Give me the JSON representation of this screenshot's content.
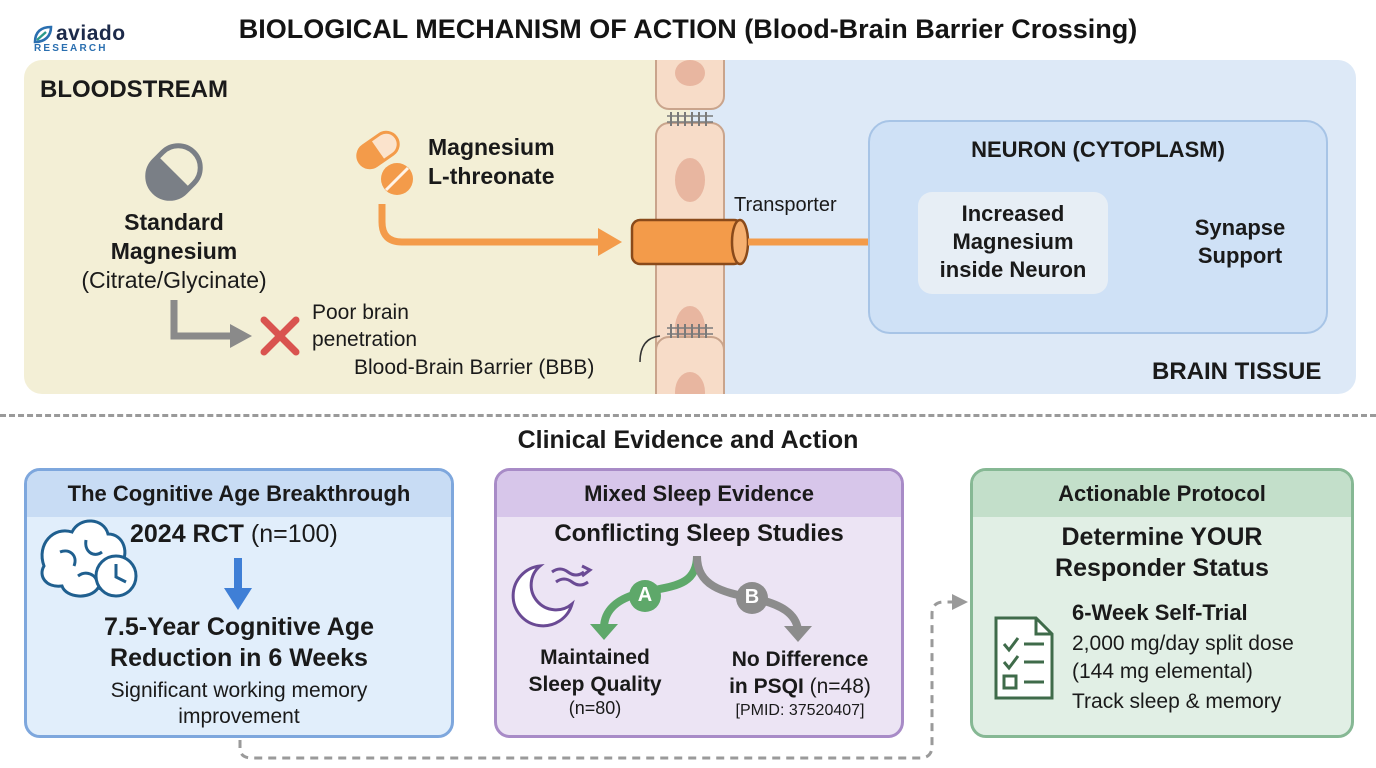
{
  "brand": {
    "name": "aviado",
    "tagline": "RESEARCH",
    "color": "#2a6fb0"
  },
  "title": "BIOLOGICAL MECHANISM OF ACTION (Blood-Brain Barrier Crossing)",
  "mechanism": {
    "bloodstream_label": "BLOODSTREAM",
    "brain_tissue_label": "BRAIN TISSUE",
    "standard": {
      "name_line1": "Standard",
      "name_line2": "Magnesium",
      "forms": "(Citrate/Glycinate)",
      "outcome_line1": "Poor brain",
      "outcome_line2": "penetration"
    },
    "threonate": {
      "line1": "Magnesium",
      "line2": "L-threonate"
    },
    "transporter_label": "Transporter",
    "bbb_label": "Blood-Brain Barrier (BBB)",
    "neuron": {
      "title": "NEURON (CYTOPLASM)",
      "inner_line1": "Increased",
      "inner_line2": "Magnesium",
      "inner_line3": "inside Neuron",
      "synapse_line1": "Synapse",
      "synapse_line2": "Support"
    }
  },
  "clinical": {
    "section_title": "Clinical Evidence and Action",
    "cognitive": {
      "header": "The Cognitive Age Breakthrough",
      "study_bold": "2024 RCT",
      "study_n": " (n=100)",
      "result_line1": "7.5-Year Cognitive Age",
      "result_line2": "Reduction in 6 Weeks",
      "detail_line1": "Significant working memory",
      "detail_line2": "improvement"
    },
    "sleep": {
      "header": "Mixed Sleep Evidence",
      "subtitle": "Conflicting Sleep Studies",
      "branch_a": "A",
      "branch_b": "B",
      "a_line1": "Maintained",
      "a_line2": "Sleep Quality",
      "a_n": "(n=80)",
      "b_line1": "No Difference",
      "b_line2_bold": "in PSQI",
      "b_line2_n": " (n=48)",
      "pmid": "[PMID: 37520407]"
    },
    "protocol": {
      "header": "Actionable Protocol",
      "line1": "Determine YOUR",
      "line2": "Responder Status",
      "trial_title": "6-Week Self-Trial",
      "dose_line1": "2,000 mg/day split dose",
      "dose_line2": "(144 mg elemental)",
      "track": "Track sleep & memory"
    }
  },
  "colors": {
    "bloodstream_bg": "#f3efd6",
    "brain_bg": "#dde9f7",
    "threonate_orange": "#f39b4a",
    "arrow_gray": "#8a8a8a",
    "reject_red": "#d9534f",
    "synapse_arrow": "#3f7fd6",
    "blue_card": "#7ea7dd",
    "purple_card": "#a88bc7",
    "green_card": "#86b894",
    "branch_green": "#5ea86a",
    "branch_gray": "#8c8c8c"
  },
  "icons": [
    "capsule-icon",
    "pill-icon",
    "transporter-channel-icon",
    "x-mark-icon",
    "brain-clock-icon",
    "moon-sleep-icon",
    "checklist-icon"
  ]
}
